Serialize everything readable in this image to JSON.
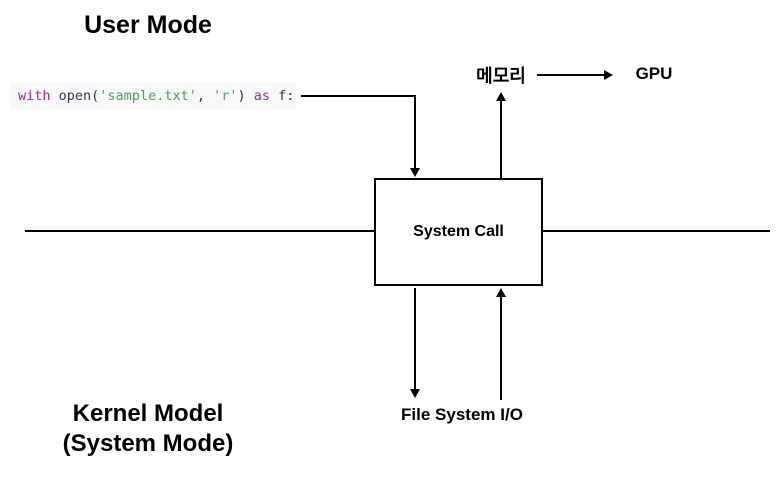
{
  "labels": {
    "user_mode": "User Mode",
    "kernel_mode_line1": "Kernel Model",
    "kernel_mode_line2": "(System Mode)",
    "system_call": "System Call",
    "memory": "메모리",
    "gpu": "GPU",
    "file_system_io": "File System I/O"
  },
  "code_snippet": {
    "tokens": [
      {
        "text": "with",
        "type": "keyword"
      },
      {
        "text": " open(",
        "type": "plain"
      },
      {
        "text": "'sample.txt'",
        "type": "string"
      },
      {
        "text": ", ",
        "type": "plain"
      },
      {
        "text": "'r'",
        "type": "string"
      },
      {
        "text": ") ",
        "type": "plain"
      },
      {
        "text": "as",
        "type": "keyword"
      },
      {
        "text": " f:",
        "type": "plain"
      }
    ]
  },
  "colors": {
    "keyword": "#a626a4",
    "string": "#50a14f",
    "code_text": "#383a42",
    "code_background": "#f6f8fa",
    "line": "#000000",
    "background": "#ffffff"
  }
}
